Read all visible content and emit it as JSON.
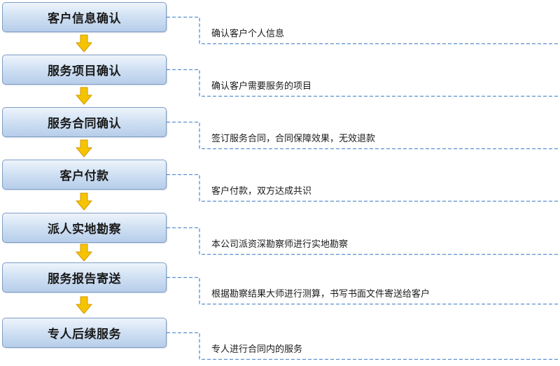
{
  "colors": {
    "box_border": "#7f9ec6",
    "box_fill_top": "#eef4fb",
    "box_fill_bottom": "#b6cde9",
    "arrow_fill": "#f5c400",
    "arrow_stroke": "#d49a00",
    "connector": "#5a8fd0"
  },
  "steps": [
    {
      "label": "客户信息确认",
      "description": "确认客户个人信息"
    },
    {
      "label": "服务项目确认",
      "description": "确认客户需要服务的项目"
    },
    {
      "label": "服务合同确认",
      "description": "签订服务合同，合同保障效果，无效退款"
    },
    {
      "label": "客户付款",
      "description": "客户付款，双方达成共识"
    },
    {
      "label": "派人实地勘察",
      "description": "本公司派资深勘察师进行实地勘察"
    },
    {
      "label": "服务报告寄送",
      "description": "根据勘察结果大师进行测算，书写书面文件寄送给客户"
    },
    {
      "label": "专人后续服务",
      "description": "专人进行合同内的服务"
    }
  ]
}
